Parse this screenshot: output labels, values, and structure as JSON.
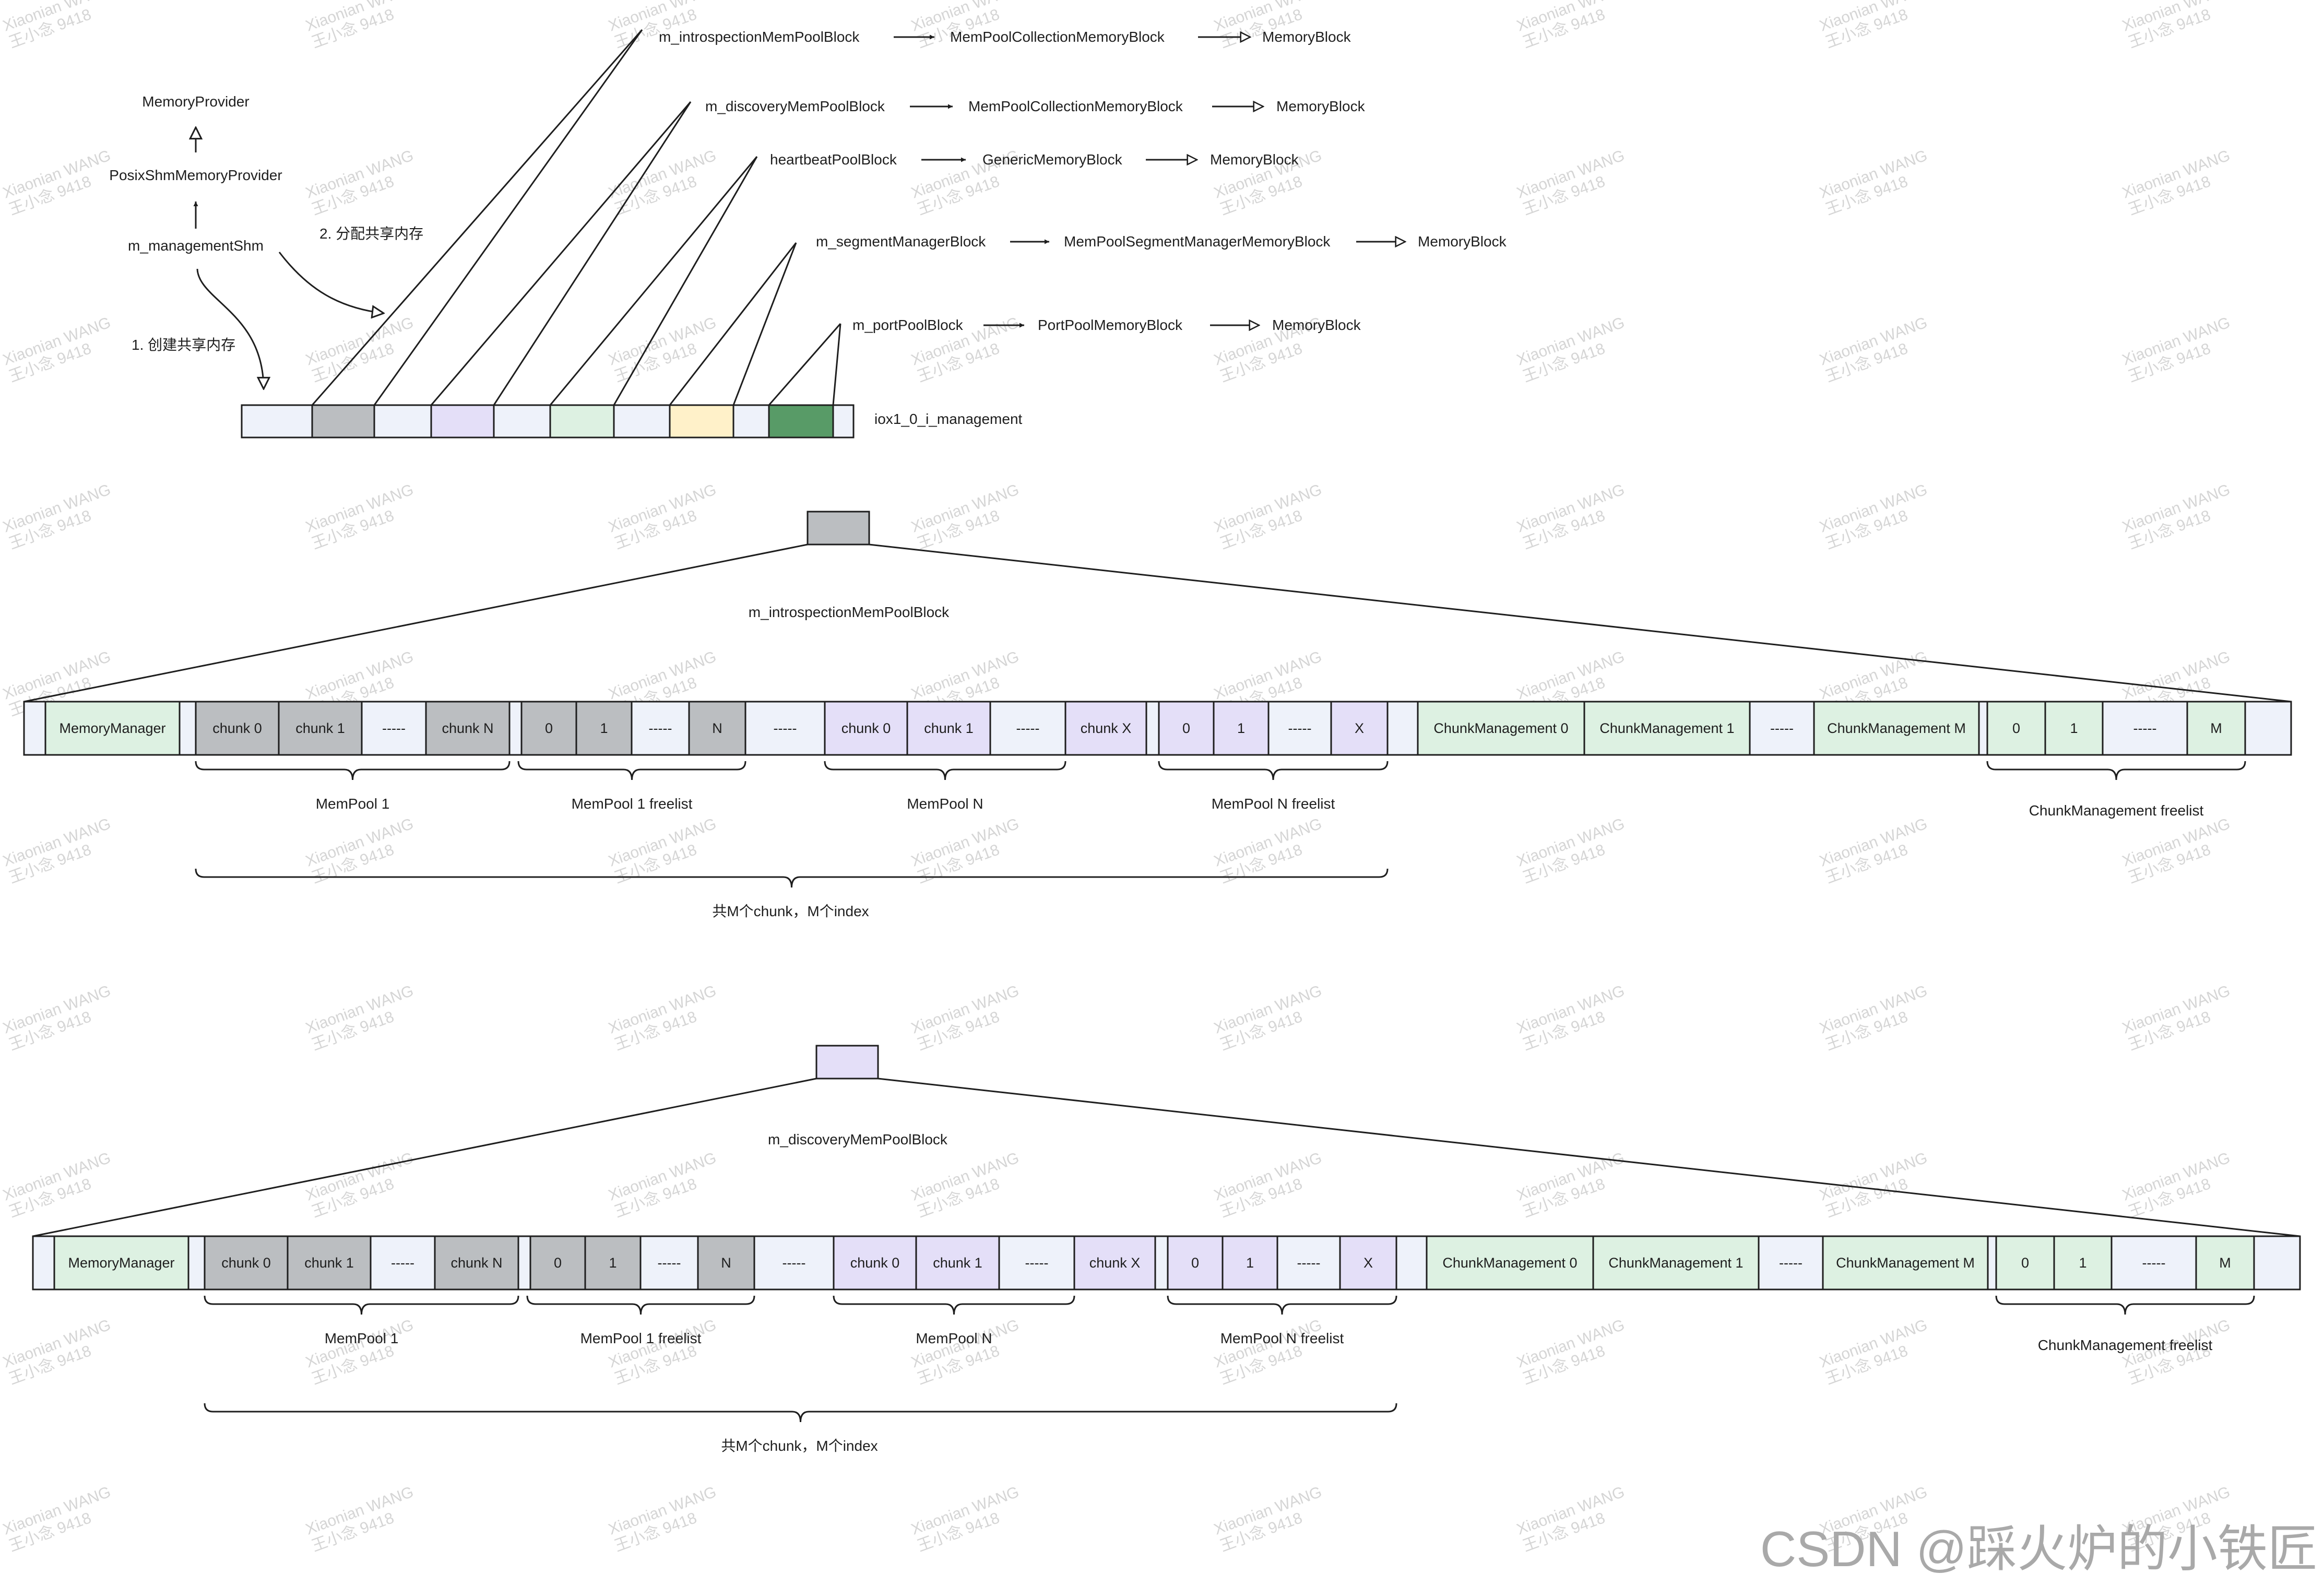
{
  "colors": {
    "pale_blue": "#EEF2FA",
    "gray": "#BBBEC1",
    "lavender": "#E4DFF8",
    "mint": "#DDF1E2",
    "cream": "#FFF1C9",
    "green": "#589B67",
    "stroke": "#1E1E1E",
    "white": "#FFFFFF"
  },
  "top": {
    "provider_chain": [
      "MemoryProvider",
      "PosixShmMemoryProvider",
      "m_managementShm"
    ],
    "step_create": "1. 创建共享内存",
    "step_alloc": "2. 分配共享内存",
    "segment_label": "iox1_0_i_management",
    "block_chains": [
      [
        "m_introspectionMemPoolBlock",
        "MemPoolCollectionMemoryBlock",
        "MemoryBlock"
      ],
      [
        "m_discoveryMemPoolBlock",
        "MemPoolCollectionMemoryBlock",
        "MemoryBlock"
      ],
      [
        "heartbeatPoolBlock",
        "GenericMemoryBlock",
        "MemoryBlock"
      ],
      [
        "m_segmentManagerBlock",
        "MemPoolSegmentManagerMemoryBlock",
        "MemoryBlock"
      ],
      [
        "m_portPoolBlock",
        "PortPoolMemoryBlock",
        "MemoryBlock"
      ]
    ],
    "segment_cells": [
      "pale_blue",
      "gray",
      "pale_blue",
      "lavender",
      "pale_blue",
      "mint",
      "pale_blue",
      "cream",
      "pale_blue",
      "green",
      "pale_blue"
    ]
  },
  "details": [
    {
      "block_label": "m_introspectionMemPoolBlock",
      "block_color": "gray",
      "braces": [
        "MemPool 1",
        "MemPool 1 freelist",
        "MemPool N",
        "MemPool N freelist",
        "ChunkManagement freelist"
      ],
      "total": "共M个chunk，M个index"
    },
    {
      "block_label": "m_discoveryMemPoolBlock",
      "block_color": "lavender",
      "braces": [
        "MemPool 1",
        "MemPool 1 freelist",
        "MemPool N",
        "MemPool N freelist",
        "ChunkManagement freelist"
      ],
      "total": "共M个chunk，M个index"
    }
  ],
  "row_cells": [
    {
      "t": "",
      "c": "pale_blue"
    },
    {
      "t": "MemoryManager",
      "c": "mint"
    },
    {
      "t": "",
      "c": "pale_blue"
    },
    {
      "t": "chunk 0",
      "c": "gray"
    },
    {
      "t": "chunk 1",
      "c": "gray"
    },
    {
      "t": "-----",
      "c": "pale_blue"
    },
    {
      "t": "chunk N",
      "c": "gray"
    },
    {
      "t": "",
      "c": "pale_blue"
    },
    {
      "t": "0",
      "c": "gray"
    },
    {
      "t": "1",
      "c": "gray"
    },
    {
      "t": "-----",
      "c": "pale_blue"
    },
    {
      "t": "N",
      "c": "gray"
    },
    {
      "t": "-----",
      "c": "pale_blue"
    },
    {
      "t": "chunk 0",
      "c": "lavender"
    },
    {
      "t": "chunk 1",
      "c": "lavender"
    },
    {
      "t": "-----",
      "c": "pale_blue"
    },
    {
      "t": "chunk X",
      "c": "lavender"
    },
    {
      "t": "",
      "c": "pale_blue"
    },
    {
      "t": "0",
      "c": "lavender"
    },
    {
      "t": "1",
      "c": "lavender"
    },
    {
      "t": "-----",
      "c": "pale_blue"
    },
    {
      "t": "X",
      "c": "lavender"
    },
    {
      "t": "",
      "c": "pale_blue"
    },
    {
      "t": "ChunkManagement 0",
      "c": "mint"
    },
    {
      "t": "ChunkManagement 1",
      "c": "mint"
    },
    {
      "t": "-----",
      "c": "pale_blue"
    },
    {
      "t": "ChunkManagement M",
      "c": "mint"
    },
    {
      "t": "",
      "c": "pale_blue"
    },
    {
      "t": "0",
      "c": "mint"
    },
    {
      "t": "1",
      "c": "mint"
    },
    {
      "t": "-----",
      "c": "pale_blue"
    },
    {
      "t": "M",
      "c": "mint"
    },
    {
      "t": "",
      "c": "pale_blue"
    }
  ],
  "watermark": [
    "Xiaonian WANG",
    "王小念 9418"
  ],
  "footer": "CSDN @踩火炉的小铁匠"
}
